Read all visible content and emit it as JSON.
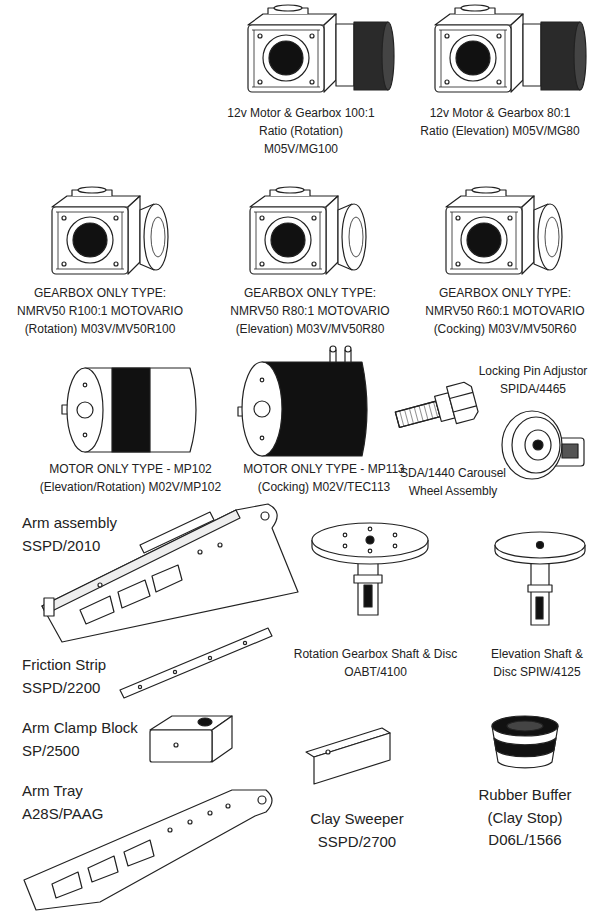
{
  "diagram": {
    "labels": [
      "12v Motor & Gearbox 100:1 Ratio (Rotation) M05V/MG100",
      "12v Motor & Gearbox 80:1 Ratio (Elevation) M05V/MG80",
      "GEARBOX ONLY TYPE: NMRV50 R100:1 MOTOVARIO (Rotation) M03V/MV50R100",
      "GEARBOX ONLY TYPE: NMRV50 R80:1 MOTOVARIO (Elevation) M03V/MV50R80",
      "GEARBOX ONLY TYPE: NMRV50 R60:1 MOTOVARIO (Cocking) M03V/MV50R60",
      "MOTOR ONLY TYPE - MP102 (Elevation/Rotation) M02V/MP102",
      "MOTOR ONLY TYPE - MP113 (Cocking) M02V/TEC113",
      "Locking Pin Adjustor SPIDA/4465",
      "SDA/1440 Carousel Wheel Assembly",
      "Arm assembly SSPD/2010",
      "Friction Strip SSPD/2200",
      "Arm Clamp Block SP/2500",
      "Arm Tray A28S/PAAG",
      "Rotation Gearbox Shaft & Disc OABT/4100",
      "Elevation Shaft & Disc SPIW/4125",
      "Clay Sweeper SSPD/2700",
      "Rubber Buffer (Clay Stop) D06L/1566"
    ]
  }
}
